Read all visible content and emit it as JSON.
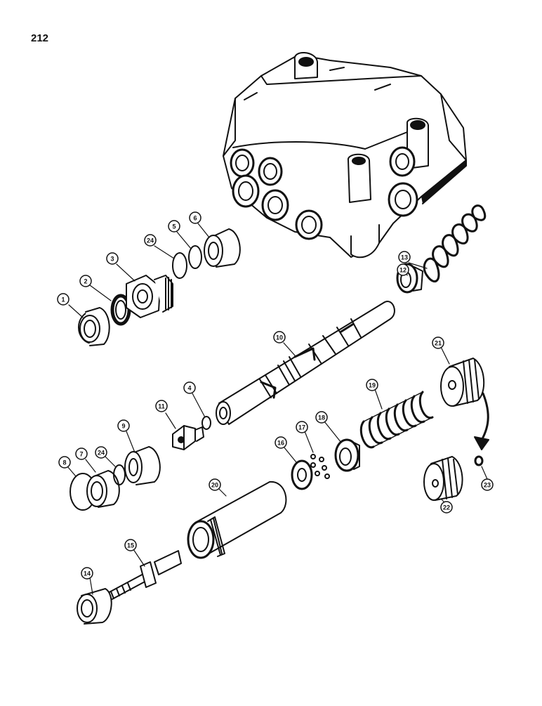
{
  "page": {
    "number": "212"
  },
  "callouts": [
    {
      "id": "c1",
      "label": "1"
    },
    {
      "id": "c2",
      "label": "2"
    },
    {
      "id": "c3",
      "label": "3"
    },
    {
      "id": "c4",
      "label": "4"
    },
    {
      "id": "c5",
      "label": "5"
    },
    {
      "id": "c6",
      "label": "6"
    },
    {
      "id": "c7",
      "label": "7"
    },
    {
      "id": "c8",
      "label": "8"
    },
    {
      "id": "c9",
      "label": "9"
    },
    {
      "id": "c10",
      "label": "10"
    },
    {
      "id": "c11",
      "label": "11"
    },
    {
      "id": "c12",
      "label": "12"
    },
    {
      "id": "c13",
      "label": "13"
    },
    {
      "id": "c14",
      "label": "14"
    },
    {
      "id": "c15",
      "label": "15"
    },
    {
      "id": "c16",
      "label": "16"
    },
    {
      "id": "c17",
      "label": "17"
    },
    {
      "id": "c18",
      "label": "18"
    },
    {
      "id": "c19",
      "label": "19"
    },
    {
      "id": "c20",
      "label": "20"
    },
    {
      "id": "c21",
      "label": "21"
    },
    {
      "id": "c22",
      "label": "22"
    },
    {
      "id": "c23",
      "label": "23"
    },
    {
      "id": "c24a",
      "label": "24"
    },
    {
      "id": "c24b",
      "label": "24"
    }
  ]
}
